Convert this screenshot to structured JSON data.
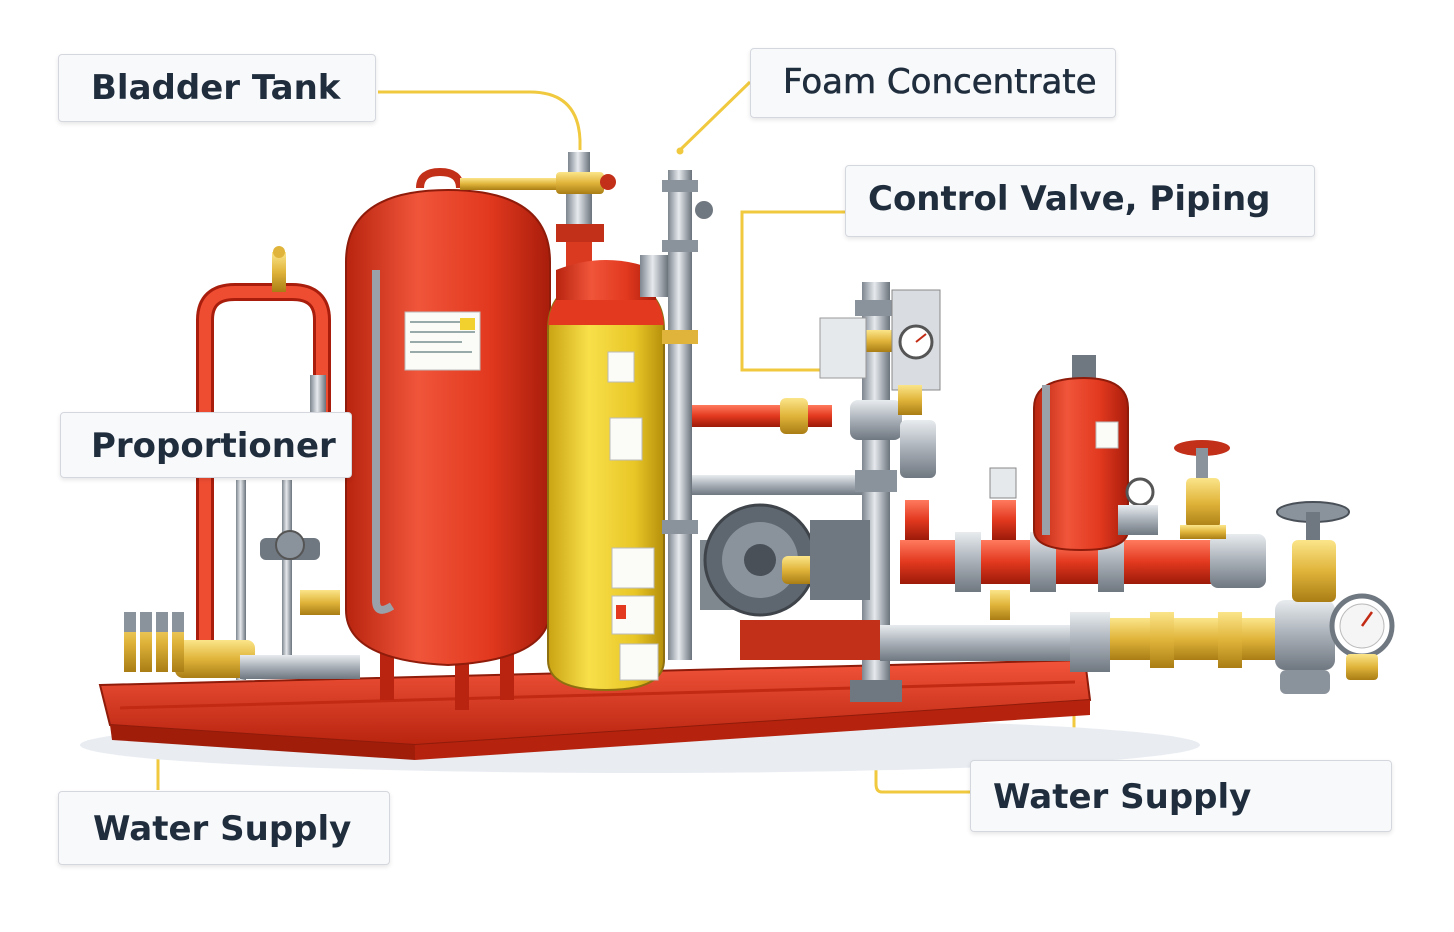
{
  "labels": {
    "bladder_tank": "Bladder Tank",
    "foam_concentrate": "Foam Concentrate",
    "control_valve_piping": "Control Valve, Piping",
    "proportioner": "Proportioner",
    "water_supply_left": "Water Supply",
    "water_supply_right": "Water Supply"
  },
  "colors": {
    "tank_red": "#e8432a",
    "tank_yellow": "#f2d12e",
    "brass": "#e0b43a",
    "steel": "#b9bfc6",
    "leader_line": "#f0c93e",
    "label_text": "#1f2d3d"
  }
}
